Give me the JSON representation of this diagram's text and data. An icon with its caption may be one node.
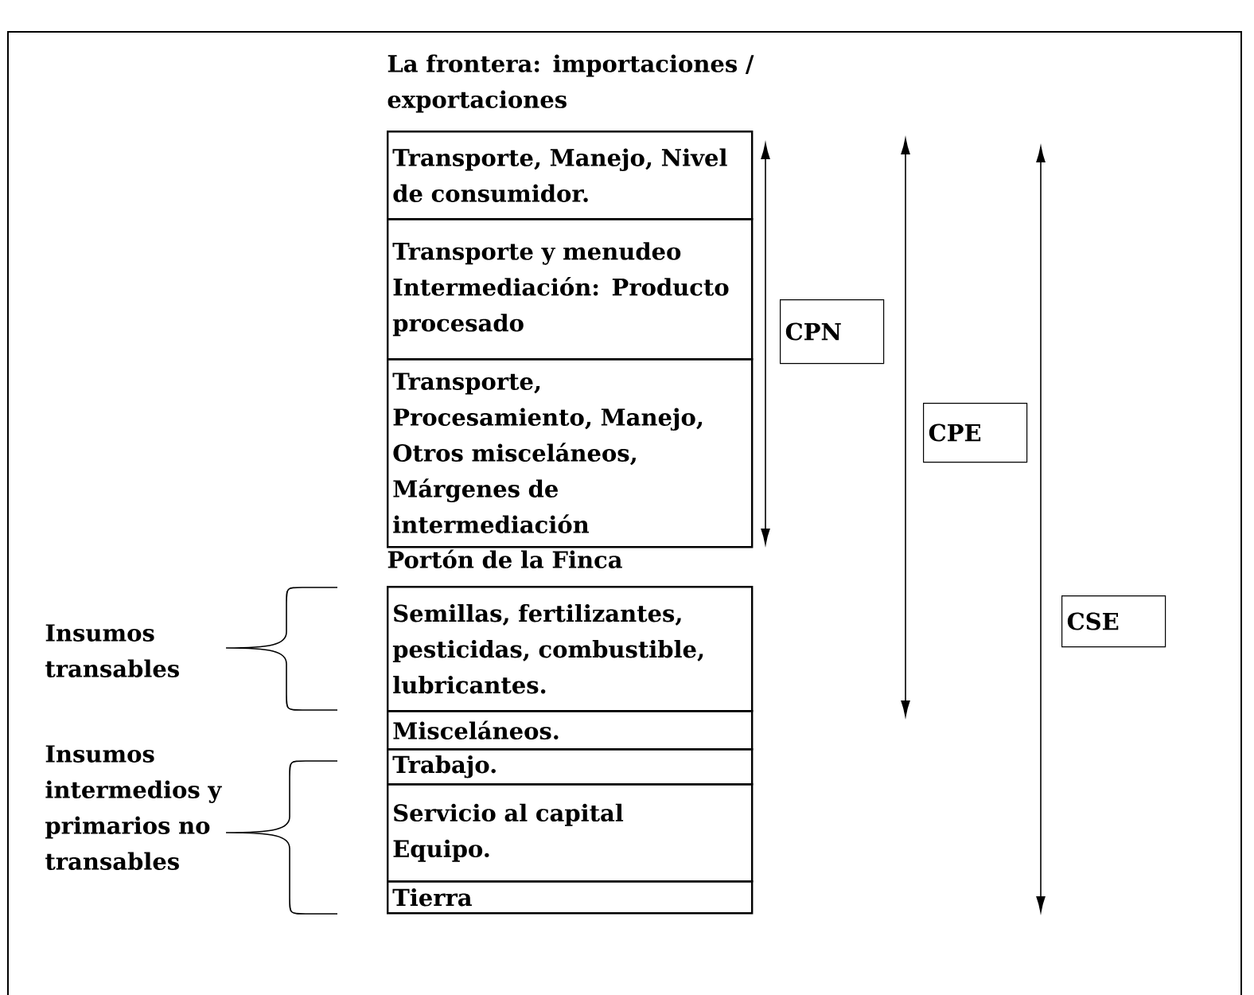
{
  "diagram": {
    "nodes": [
      {
        "text": [
          "Transporte, Manejo, Nivel de consumidor."
        ]
      },
      {
        "text": [
          "Transporte y menudeo Intermediación: Producto procesado"
        ]
      },
      {
        "text": [
          "Transporte, Procesamiento, Manejo, Otros misceláneos, Márgenes de intermediación"
        ]
      },
      {
        "text": [
          "Semillas, fertilizantes, pesticidas, combustible, lubricantes."
        ]
      },
      {
        "text": [
          "Misceláneos."
        ]
      },
      {
        "text": [
          "Trabajo."
        ]
      },
      {
        "text": [
          "Servicio al capital Equipo."
        ]
      },
      {
        "text": [
          "Tierra"
        ]
      },
      {
        "text": [
          "CPN"
        ]
      },
      {
        "text": [
          "CPE"
        ]
      },
      {
        "text": [
          "CSE"
        ]
      }
    ],
    "labels": [
      "La frontera: importaciones / exportaciones",
      "Portón de la Finca",
      "Insumos transables",
      "Insumos intermedios y primarios no transables"
    ]
  }
}
